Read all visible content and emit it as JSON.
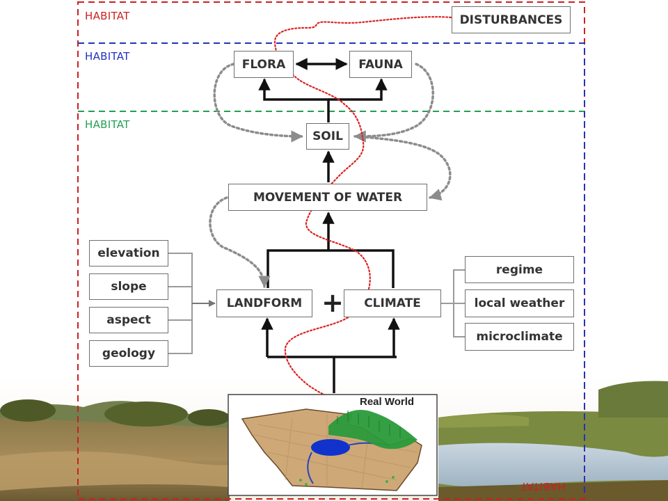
{
  "habitat_labels": [
    "HABITAT",
    "HABITAT",
    "HABITAT",
    "HABITAT"
  ],
  "nodes": {
    "disturbances": "DISTURBANCES",
    "flora": "FLORA",
    "fauna": "FAUNA",
    "soil": "SOIL",
    "movement_of_water": "MOVEMENT OF WATER",
    "landform": "LANDFORM",
    "climate": "CLIMATE",
    "plus": "+"
  },
  "landform_factors": [
    "elevation",
    "slope",
    "aspect",
    "geology"
  ],
  "climate_factors": [
    "regime",
    "local weather",
    "microclimate"
  ],
  "real_world": {
    "title": "Real World"
  },
  "colors": {
    "habitat_red": "#cc1f1f",
    "habitat_blue": "#2233bb",
    "habitat_green": "#22a050",
    "disturbance_path": "#dd2222",
    "feedback_arrows": "#8c8c8c",
    "main_arrows": "#111111"
  }
}
